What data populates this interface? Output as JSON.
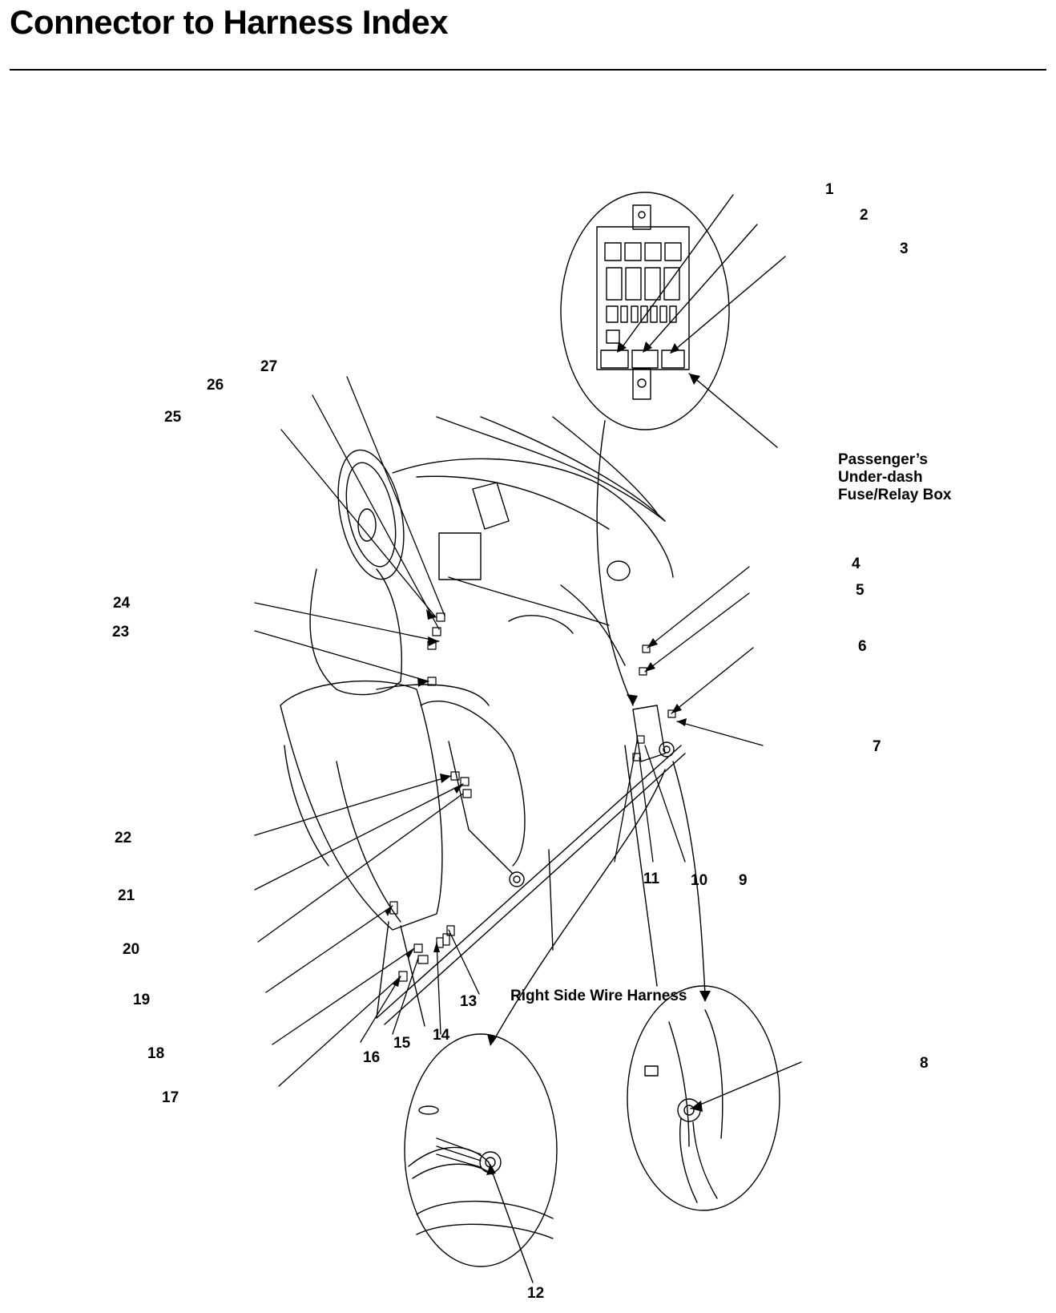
{
  "page": {
    "title": "Connector to Harness Index"
  },
  "captions": {
    "fuse_box_line1": "Passenger’s",
    "fuse_box_line2": "Under-dash",
    "fuse_box_line3": "Fuse/Relay Box",
    "harness": "Right Side Wire Harness"
  },
  "callouts": [
    "1",
    "2",
    "3",
    "4",
    "5",
    "6",
    "7",
    "8",
    "9",
    "10",
    "11",
    "12",
    "13",
    "14",
    "15",
    "16",
    "17",
    "18",
    "19",
    "20",
    "21",
    "22",
    "23",
    "24",
    "25",
    "26",
    "27"
  ]
}
